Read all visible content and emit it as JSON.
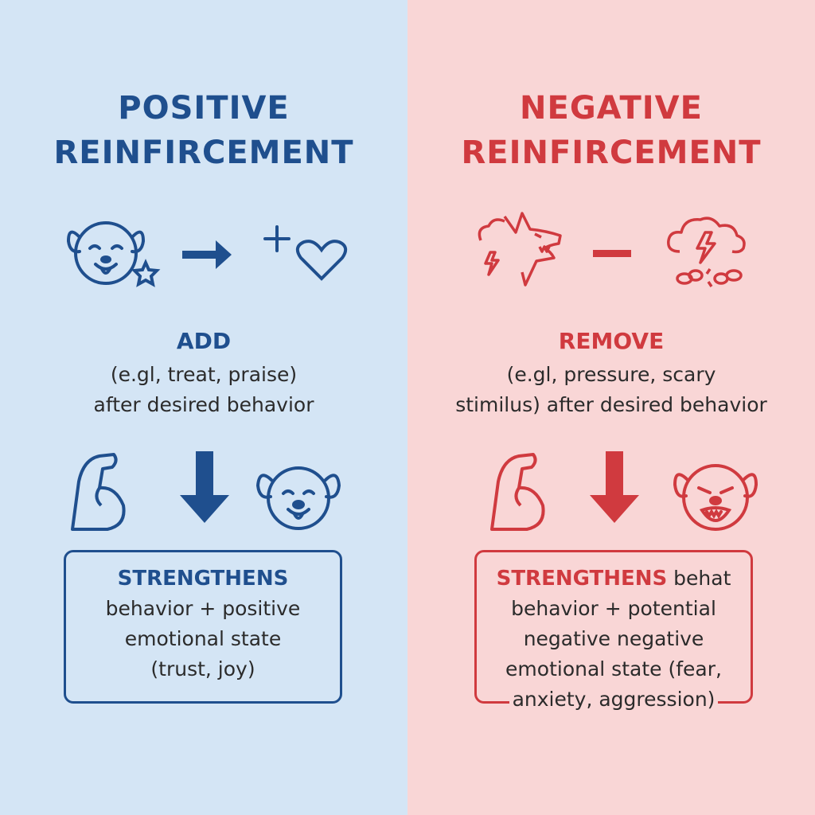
{
  "positive": {
    "title_line1": "POSITIVE",
    "title_line2": "REINFIRCEMENT",
    "action": "ADD",
    "desc_line1": "(e.gl, treat, praise)",
    "desc_line2": "after desired behavior",
    "result_bold": "STRENGTHENS",
    "result_line1": "behavior + positive",
    "result_line2": "emotional state",
    "result_line3": "(trust, joy)",
    "color": "#1f4f8e"
  },
  "negative": {
    "title_line1": "NEGATIVE",
    "title_line2": "REINFIRCEMENT",
    "action": "REMOVE",
    "desc_line1": "(e.gl, pressure, scary",
    "desc_line2": "stimilus) after desired behavior",
    "result_bold": "STRENGTHENS",
    "result_bold_suffix": " behat",
    "result_line1": "behavior + potential",
    "result_line2": "negative negative",
    "result_line3": "emotional state (fear,",
    "result_line4": "anxiety, aggression)",
    "color": "#d03a3f"
  }
}
